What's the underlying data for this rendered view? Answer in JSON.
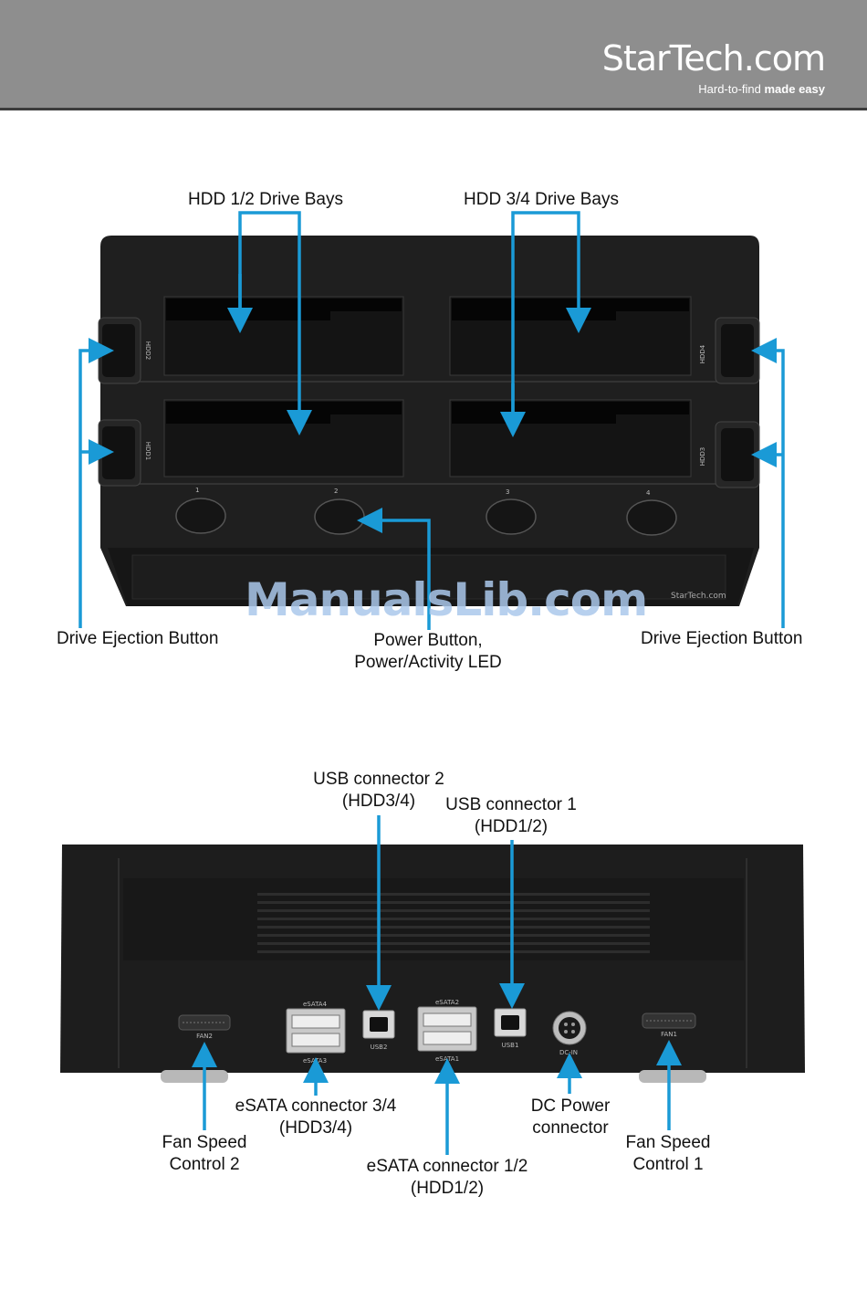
{
  "brand": {
    "logo_text": "StarTech.com",
    "tagline_prefix": "Hard-to-find ",
    "tagline_bold": "made easy"
  },
  "front": {
    "labels": {
      "hdd12": "HDD 1/2 Drive Bays",
      "hdd34": "HDD 3/4 Drive Bays",
      "eject_left": "Drive Ejection Button",
      "eject_right": "Drive Ejection Button",
      "power_line1": "Power Button,",
      "power_line2": "Power/Activity LED"
    },
    "device_marks": {
      "bay_hdd1": "HDD1",
      "bay_hdd2": "HDD2",
      "bay_hdd3": "HDD3",
      "bay_hdd4": "HDD4",
      "power_1": "1",
      "power_2": "2",
      "power_3": "3",
      "power_4": "4",
      "front_logo": "StarTech.com"
    }
  },
  "watermark": "ManualsLib.com",
  "rear": {
    "labels": {
      "usb2_line1": "USB connector 2",
      "usb2_line2": "(HDD3/4)",
      "usb1_line1": "USB connector 1",
      "usb1_line2": "(HDD1/2)",
      "esata34_line1": "eSATA connector 3/4",
      "esata34_line2": "(HDD3/4)",
      "esata12_line1": "eSATA connector 1/2",
      "esata12_line2": "(HDD1/2)",
      "dc_line1": "DC Power",
      "dc_line2": "connector",
      "fan2_line1": "Fan Speed",
      "fan2_line2": "Control 2",
      "fan1_line1": "Fan Speed",
      "fan1_line2": "Control 1"
    },
    "port_marks": {
      "esata4": "eSATA4",
      "esata3": "eSATA3",
      "esata2": "eSATA2",
      "esata1": "eSATA1",
      "usb2": "USB2",
      "usb1": "USB1",
      "dcin": "DC-IN",
      "fan2": "FAN2",
      "fan1": "FAN1"
    }
  },
  "colors": {
    "header": "#8e8e8e",
    "arrow": "#1a9ad6",
    "device": "#1c1c1c"
  }
}
